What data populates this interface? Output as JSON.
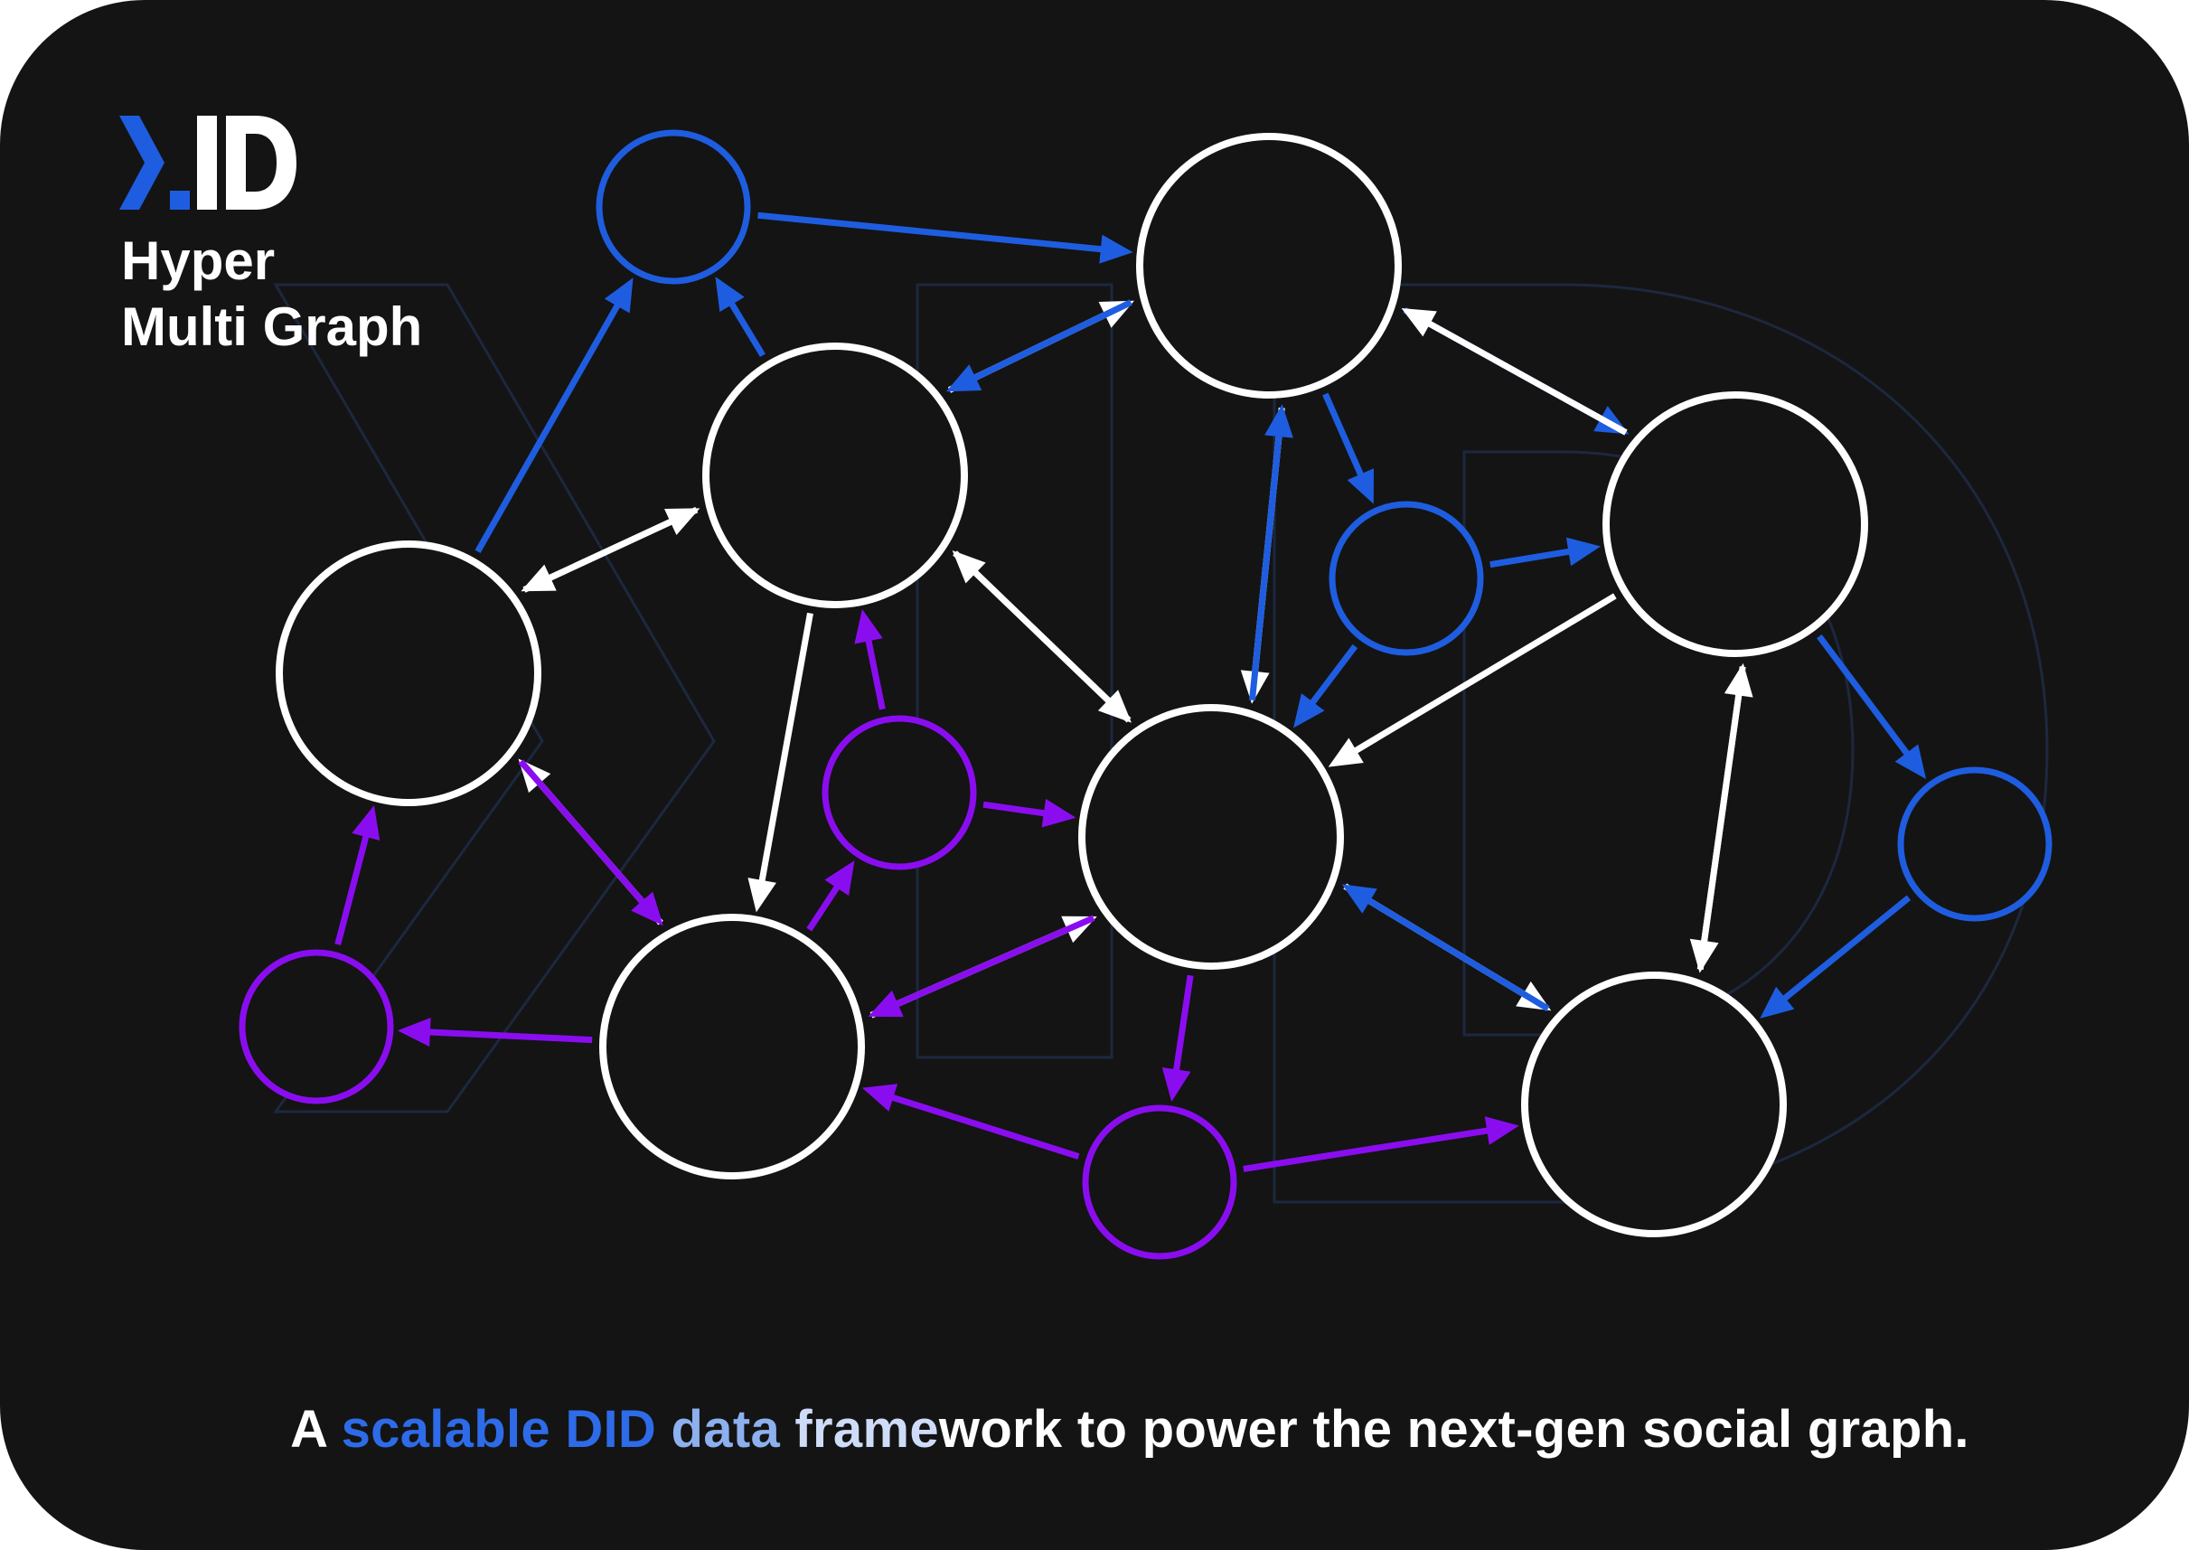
{
  "brand": {
    "logo_text": ".ID",
    "accent_color": "#1f5de0"
  },
  "title": {
    "line1": "Hyper",
    "line2": "Multi Graph"
  },
  "tagline": {
    "part1": "A ",
    "part2": "scalable DID ",
    "part3": "data ",
    "part4": "frame",
    "part5": "work to power the next-gen social graph."
  },
  "colors": {
    "background": "#141414",
    "white_edge": "#ffffff",
    "blue_edge": "#1f5de0",
    "purple_edge": "#8a0df0"
  },
  "diagram": {
    "nodes": [
      {
        "id": "A",
        "kind": "white"
      },
      {
        "id": "B",
        "kind": "white"
      },
      {
        "id": "C",
        "kind": "white"
      },
      {
        "id": "D",
        "kind": "white"
      },
      {
        "id": "E",
        "kind": "white"
      },
      {
        "id": "F",
        "kind": "white"
      },
      {
        "id": "G",
        "kind": "white"
      },
      {
        "id": "b1",
        "kind": "blue"
      },
      {
        "id": "b2",
        "kind": "blue"
      },
      {
        "id": "b3",
        "kind": "blue"
      },
      {
        "id": "p1",
        "kind": "purple"
      },
      {
        "id": "p2",
        "kind": "purple"
      },
      {
        "id": "p3",
        "kind": "purple"
      }
    ],
    "edges": [
      {
        "from": "A",
        "to": "B",
        "kind": "white"
      },
      {
        "from": "B",
        "to": "A",
        "kind": "white"
      },
      {
        "from": "B",
        "to": "C",
        "kind": "white"
      },
      {
        "from": "C",
        "to": "B",
        "kind": "blue"
      },
      {
        "from": "B",
        "to": "E",
        "kind": "white"
      },
      {
        "from": "E",
        "to": "B",
        "kind": "white"
      },
      {
        "from": "B",
        "to": "F",
        "kind": "white"
      },
      {
        "from": "F",
        "to": "A",
        "kind": "white"
      },
      {
        "from": "A",
        "to": "F",
        "kind": "purple"
      },
      {
        "from": "F",
        "to": "E",
        "kind": "white"
      },
      {
        "from": "E",
        "to": "F",
        "kind": "purple"
      },
      {
        "from": "C",
        "to": "D",
        "kind": "blue"
      },
      {
        "from": "D",
        "to": "C",
        "kind": "white"
      },
      {
        "from": "C",
        "to": "E",
        "kind": "white"
      },
      {
        "from": "E",
        "to": "C",
        "kind": "blue"
      },
      {
        "from": "D",
        "to": "E",
        "kind": "white"
      },
      {
        "from": "E",
        "to": "G",
        "kind": "white"
      },
      {
        "from": "G",
        "to": "E",
        "kind": "blue"
      },
      {
        "from": "D",
        "to": "G",
        "kind": "white"
      },
      {
        "from": "G",
        "to": "D",
        "kind": "white"
      },
      {
        "from": "A",
        "to": "b1",
        "kind": "blue"
      },
      {
        "from": "B",
        "to": "b1",
        "kind": "blue"
      },
      {
        "from": "b1",
        "to": "C",
        "kind": "blue"
      },
      {
        "from": "C",
        "to": "b2",
        "kind": "blue"
      },
      {
        "from": "b2",
        "to": "D",
        "kind": "blue"
      },
      {
        "from": "b2",
        "to": "E",
        "kind": "blue"
      },
      {
        "from": "D",
        "to": "b3",
        "kind": "blue"
      },
      {
        "from": "b3",
        "to": "G",
        "kind": "blue"
      },
      {
        "from": "p1",
        "to": "A",
        "kind": "purple"
      },
      {
        "from": "F",
        "to": "p1",
        "kind": "purple"
      },
      {
        "from": "p2",
        "to": "B",
        "kind": "purple"
      },
      {
        "from": "p2",
        "to": "E",
        "kind": "purple"
      },
      {
        "from": "F",
        "to": "p2",
        "kind": "purple"
      },
      {
        "from": "E",
        "to": "p3",
        "kind": "purple"
      },
      {
        "from": "p3",
        "to": "F",
        "kind": "purple"
      },
      {
        "from": "p3",
        "to": "G",
        "kind": "purple"
      }
    ]
  }
}
